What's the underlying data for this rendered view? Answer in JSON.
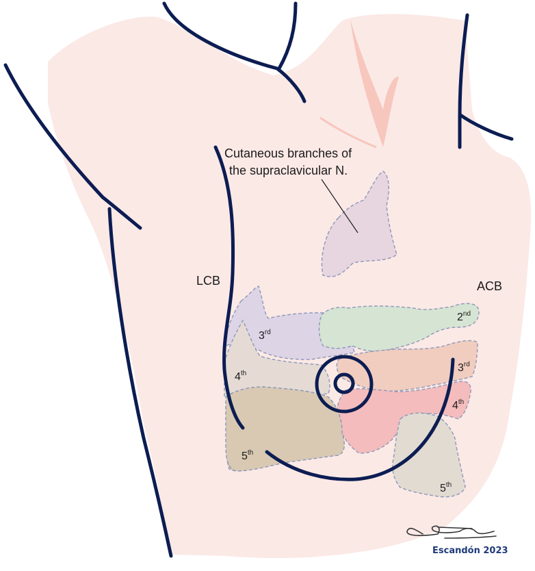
{
  "labels": {
    "supraclavicular_line1": "Cutaneous branches of",
    "supraclavicular_line2": "the supraclavicular N.",
    "lcb": "LCB",
    "acb": "ACB"
  },
  "lateral_branches": [
    {
      "num": "3",
      "suffix": "rd"
    },
    {
      "num": "4",
      "suffix": "th"
    },
    {
      "num": "5",
      "suffix": "th"
    }
  ],
  "anterior_branches": [
    {
      "num": "2",
      "suffix": "nd"
    },
    {
      "num": "3",
      "suffix": "rd"
    },
    {
      "num": "4",
      "suffix": "th"
    },
    {
      "num": "5",
      "suffix": "th"
    }
  ],
  "credit": "Escandón 2023",
  "colors": {
    "outline": "#0c1d52",
    "skin": "#fbe9e6",
    "zone_purple": "#d9cfe4",
    "zone_green": "#d3e2d3",
    "zone_peach": "#f1cbbd",
    "zone_pink": "#f3b9b9",
    "zone_tan": "#d7c7b2",
    "zone_grey": "#ddd7cf"
  }
}
